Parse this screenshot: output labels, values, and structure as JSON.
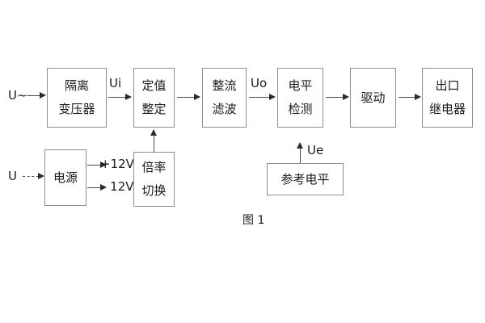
{
  "diagram": {
    "caption": "图 1",
    "blocks": [
      {
        "id": "isolation-transformer",
        "lines": [
          "隔离",
          "变压器"
        ]
      },
      {
        "id": "setting-value",
        "lines": [
          "定值",
          "整定"
        ]
      },
      {
        "id": "rectify-filter",
        "lines": [
          "整流",
          "滤波"
        ]
      },
      {
        "id": "level-detection",
        "lines": [
          "电平",
          "检测"
        ]
      },
      {
        "id": "drive",
        "lines": [
          "驱动"
        ]
      },
      {
        "id": "output-relay",
        "lines": [
          "出口",
          "继电器"
        ]
      },
      {
        "id": "power-supply",
        "lines": [
          "电源"
        ]
      },
      {
        "id": "multiplier-switch",
        "lines": [
          "倍率",
          "切换"
        ]
      },
      {
        "id": "reference-level",
        "lines": [
          "参考电平"
        ]
      }
    ],
    "signals": {
      "input_ac": "U~",
      "input_dc": "U",
      "ui": "Ui",
      "uo": "Uo",
      "ue": "Ue",
      "rail_positive": "+12V",
      "rail_negative": "- 12V"
    },
    "colors": {
      "box_border": "#8f8f8f",
      "text": "#1a1a1a",
      "arrow": "#4a4a4a",
      "background": "#ffffff"
    }
  }
}
